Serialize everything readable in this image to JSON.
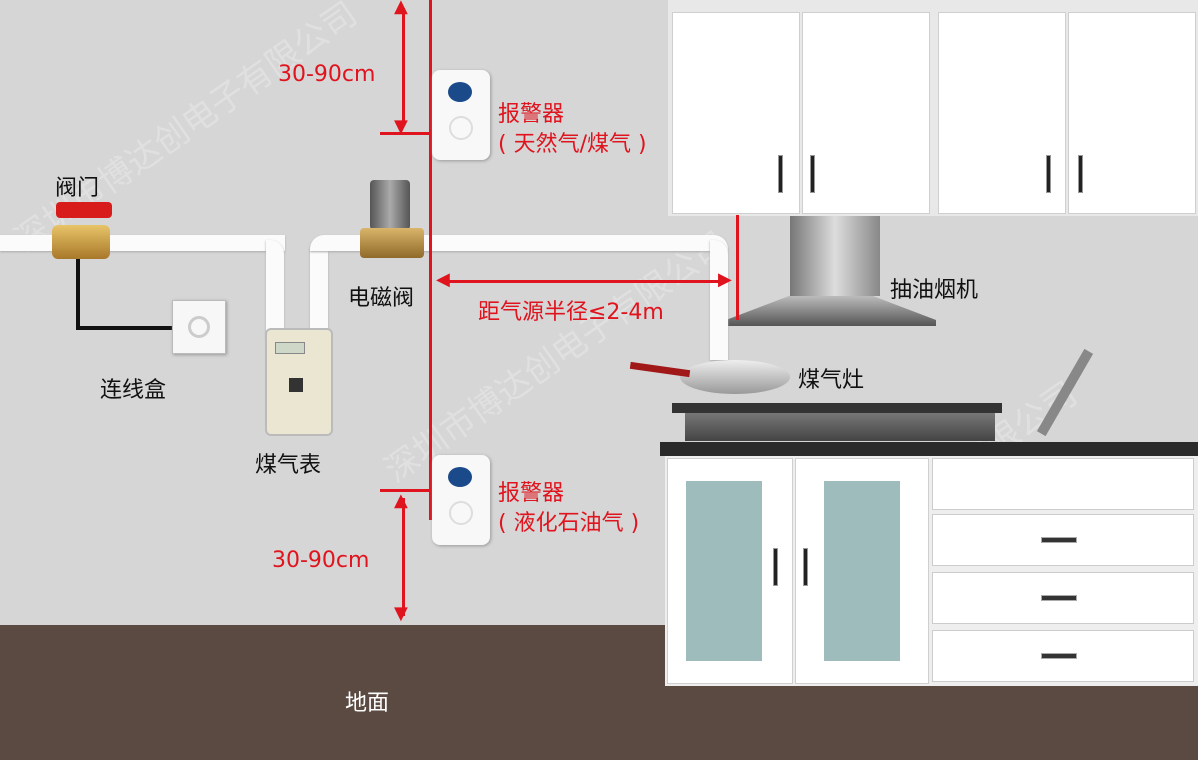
{
  "labels": {
    "valve": "阀门",
    "junction_box": "连线盒",
    "gas_meter": "煤气表",
    "solenoid_valve": "电磁阀",
    "range_hood": "抽油烟机",
    "gas_stove": "煤气灶",
    "floor": "地面",
    "alarm_top_title": "报警器",
    "alarm_top_type": "( 天然气/煤气 )",
    "alarm_bottom_title": "报警器",
    "alarm_bottom_type": "( 液化石油气 )",
    "top_distance": "30-90cm",
    "bottom_distance": "30-90cm",
    "radius": "距气源半径≤2-4m"
  },
  "watermark": "深圳市博达创电子有限公司",
  "colors": {
    "annotation": "#e0141e",
    "floor": "#5a4a42",
    "wall": "#d6d6d6"
  }
}
